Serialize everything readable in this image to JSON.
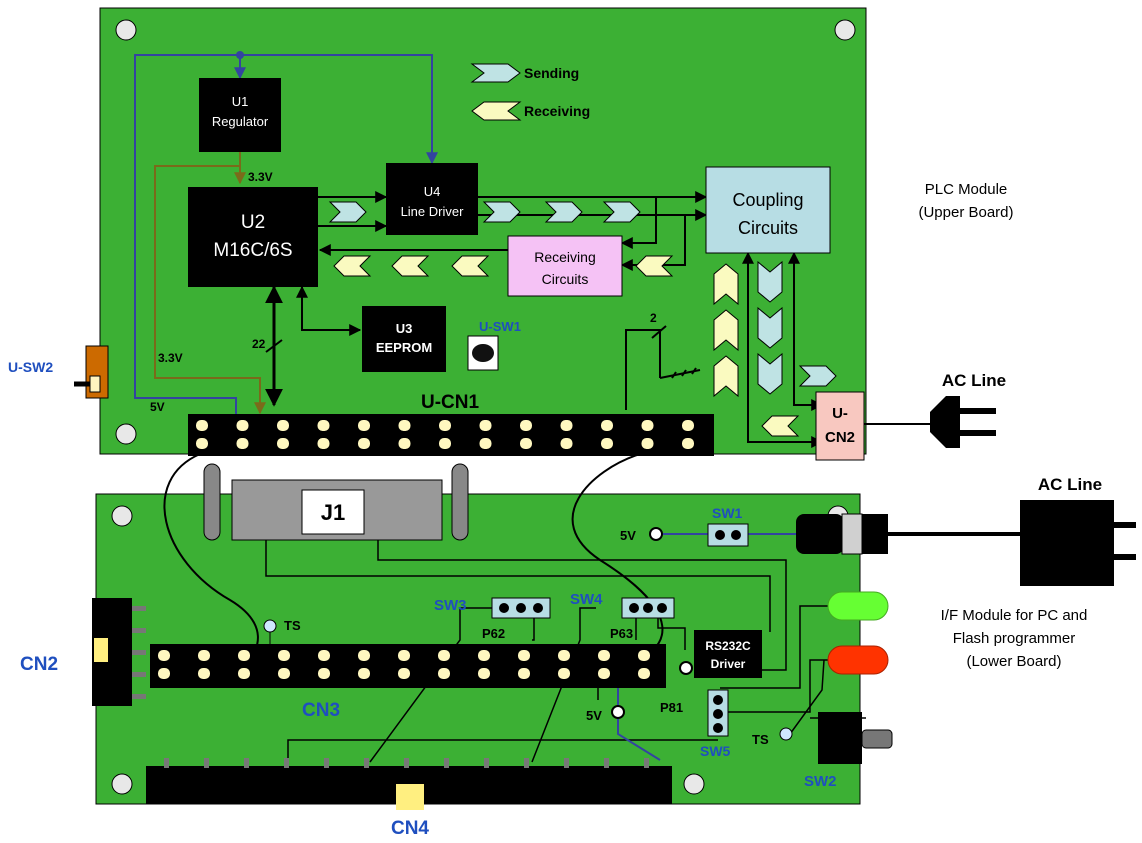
{
  "upper": {
    "u1_line1": "U1",
    "u1_line2": "Regulator",
    "u2_line1": "U2",
    "u2_line2": "M16C/6S",
    "u3_line1": "U3",
    "u3_line2": "EEPROM",
    "u4_line1": "U4",
    "u4_line2": "Line Driver",
    "coupling_line1": "Coupling",
    "coupling_line2": "Circuits",
    "receiving_line1": "Receiving",
    "receiving_line2": "Circuits",
    "ucn1": "U-CN1",
    "ucn2_line1": "U-",
    "ucn2_line2": "CN2",
    "usw1": "U-SW1",
    "usw2": "U-SW2",
    "v33_top": "3.3V",
    "v33_left": "3.3V",
    "v5": "5V",
    "bus22": "22",
    "bus2": "2",
    "legend_sending": "Sending",
    "legend_receiving": "Receiving",
    "module_line1": "PLC Module",
    "module_line2": "(Upper Board)",
    "ac_line": "AC Line"
  },
  "lower": {
    "j1": "J1",
    "sw1": "SW1",
    "sw2": "SW2",
    "sw3": "SW3",
    "sw4": "SW4",
    "sw5": "SW5",
    "p62": "P62",
    "p63": "P63",
    "p81": "P81",
    "v5_top": "5V",
    "v5_mid": "5V",
    "ts_left": "TS",
    "ts_right": "TS",
    "rs232_line1": "RS232C",
    "rs232_line2": "Driver",
    "cn2": "CN2",
    "cn3": "CN3",
    "cn4": "CN4",
    "module_line1": "I/F Module for PC and",
    "module_line2": "Flash programmer",
    "module_line3": "(Lower Board)",
    "ac_line": "AC Line"
  },
  "colors": {
    "board": "#3cb034",
    "chip": "#000000",
    "coupling": "#b7dde4",
    "receiving": "#f5c2f5",
    "ucn2": "#f8c8c0",
    "send_arrow": "#bfe3e4",
    "recv_arrow": "#fafac0",
    "blue_wire": "#3344a0",
    "olive_wire": "#7a6a1a",
    "label_blue": "#1f4fbf",
    "led_green": "#66ff33",
    "led_red": "#ff3300",
    "switch_orange": "#cc6a00"
  }
}
